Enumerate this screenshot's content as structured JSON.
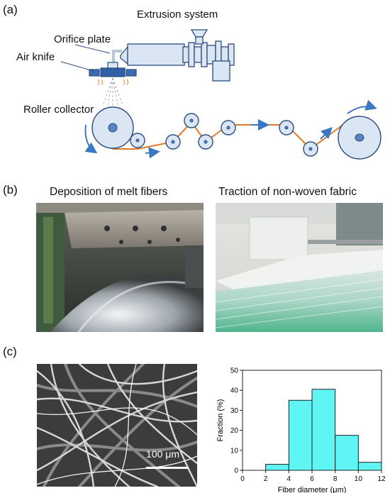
{
  "panel_a": {
    "label": "(a)",
    "extrusion_system": "Extrusion system",
    "orifice_plate": "Orifice plate",
    "air_knife": "Air knife",
    "roller_collector": "Roller collector"
  },
  "panel_b": {
    "label": "(b)",
    "left_title": "Deposition of melt fibers",
    "right_title": "Traction of non-woven fabric"
  },
  "panel_c": {
    "label": "(c)",
    "scale_bar": "100 μm"
  },
  "colors": {
    "machine_fill": "#dbe6f4",
    "machine_stroke": "#2b4c7e",
    "belt": "#e07a28",
    "arrow": "#3a78c4",
    "bar_fill": "#5ff5f5"
  },
  "chart_data": {
    "type": "bar",
    "xlabel": "Fiber diameter (μm)",
    "ylabel": "Fraction (%)",
    "bin_edges": [
      2,
      4,
      6,
      8,
      10,
      12
    ],
    "values": [
      3,
      35,
      40.5,
      17.5,
      4
    ],
    "xlim": [
      0,
      12
    ],
    "ylim": [
      0,
      50
    ],
    "xticks": [
      0,
      2,
      4,
      6,
      8,
      10,
      12
    ],
    "yticks": [
      0,
      10,
      20,
      30,
      40,
      50
    ]
  }
}
